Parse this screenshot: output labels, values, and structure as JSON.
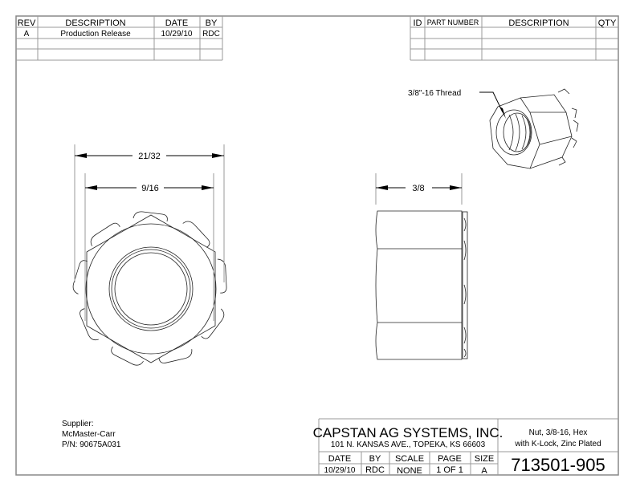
{
  "revision_table": {
    "headers": [
      "REV",
      "DESCRIPTION",
      "DATE",
      "BY"
    ],
    "rows": [
      [
        "A",
        "Production Release",
        "10/29/10",
        "RDC"
      ]
    ]
  },
  "parts_table": {
    "headers": [
      "ID",
      "PART NUMBER",
      "DESCRIPTION",
      "QTY"
    ]
  },
  "dimensions": {
    "overall_width": "21/32",
    "across_flats": "9/16",
    "thickness": "3/8",
    "thread_callout": "3/8\"-16 Thread"
  },
  "supplier": {
    "label": "Supplier:",
    "name": "McMaster-Carr",
    "part_number": "P/N: 90675A031"
  },
  "title_block": {
    "company": "CAPSTAN AG SYSTEMS, INC.",
    "address": "101 N. KANSAS AVE., TOPEKA, KS 66603",
    "description_line1": "Nut, 3/8-16, Hex",
    "description_line2": "with K-Lock, Zinc Plated",
    "headers": [
      "DATE",
      "BY",
      "SCALE",
      "PAGE",
      "SIZE"
    ],
    "values": [
      "10/29/10",
      "RDC",
      "NONE",
      "1 OF 1",
      "A"
    ],
    "drawing_number": "713501-905"
  }
}
